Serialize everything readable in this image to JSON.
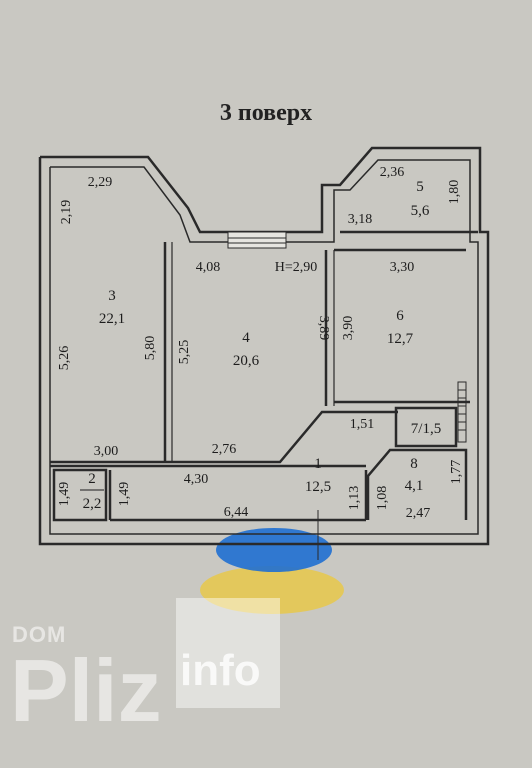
{
  "floor_title": "3 поверх",
  "ceiling_height": "H=2,90",
  "rooms": {
    "r1": {
      "num": "1",
      "area": "12,5"
    },
    "r2": {
      "num": "2",
      "area": "2,2"
    },
    "r3": {
      "num": "3",
      "area": "22,1"
    },
    "r4": {
      "num": "4",
      "area": "20,6"
    },
    "r5": {
      "num": "5",
      "area": "5,6"
    },
    "r6": {
      "num": "6",
      "area": "12,7"
    },
    "r7": {
      "label": "7/1,5"
    },
    "r8": {
      "num": "8",
      "area": "4,1"
    }
  },
  "dims": {
    "d229": "2,29",
    "d219": "2,19",
    "d526": "5,26",
    "d580": "5,80",
    "d300": "3,00",
    "d408": "4,08",
    "d525": "5,25",
    "d389": "3,89",
    "d276": "2,76",
    "d236": "2,36",
    "d180": "1,80",
    "d318": "3,18",
    "d330": "3,30",
    "d390": "3,90",
    "d151": "1,51",
    "d149a": "1,49",
    "d149b": "1,49",
    "d430": "4,30",
    "d644": "6,44",
    "d113": "1,13",
    "d108": "1,08",
    "d247": "2,47",
    "d177": "1,77"
  },
  "watermark": {
    "dom": "DOM",
    "pliz": "Pliz",
    "info": "info"
  },
  "colors": {
    "wall": "#2a2a2a",
    "flag_blue": "#1f6fd1",
    "flag_yellow": "#e8c84a",
    "background": "#c9c8c2"
  }
}
